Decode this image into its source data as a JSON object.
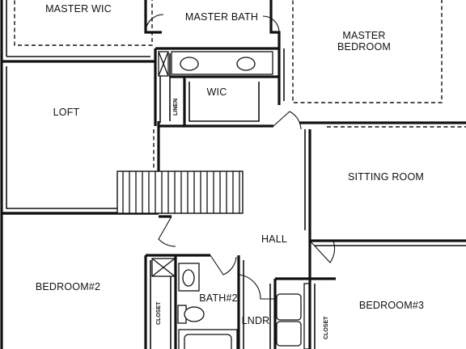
{
  "rooms": {
    "master_wic": "MASTER WIC",
    "master_bath": "MASTER BATH",
    "master_bedroom_line1": "MASTER",
    "master_bedroom_line2": "BEDROOM",
    "wic": "WIC",
    "linen": "LINEN",
    "loft": "LOFT",
    "sitting_room": "SITTING ROOM",
    "hall": "HALL",
    "bedroom2": "BEDROOM#2",
    "bath2": "BATH#2",
    "lndr": "LNDR",
    "bedroom3": "BEDROOM#3",
    "closet_left": "CLOSET",
    "closet_right": "CLOSET"
  },
  "colors": {
    "line": "#111111",
    "background": "#ffffff"
  }
}
